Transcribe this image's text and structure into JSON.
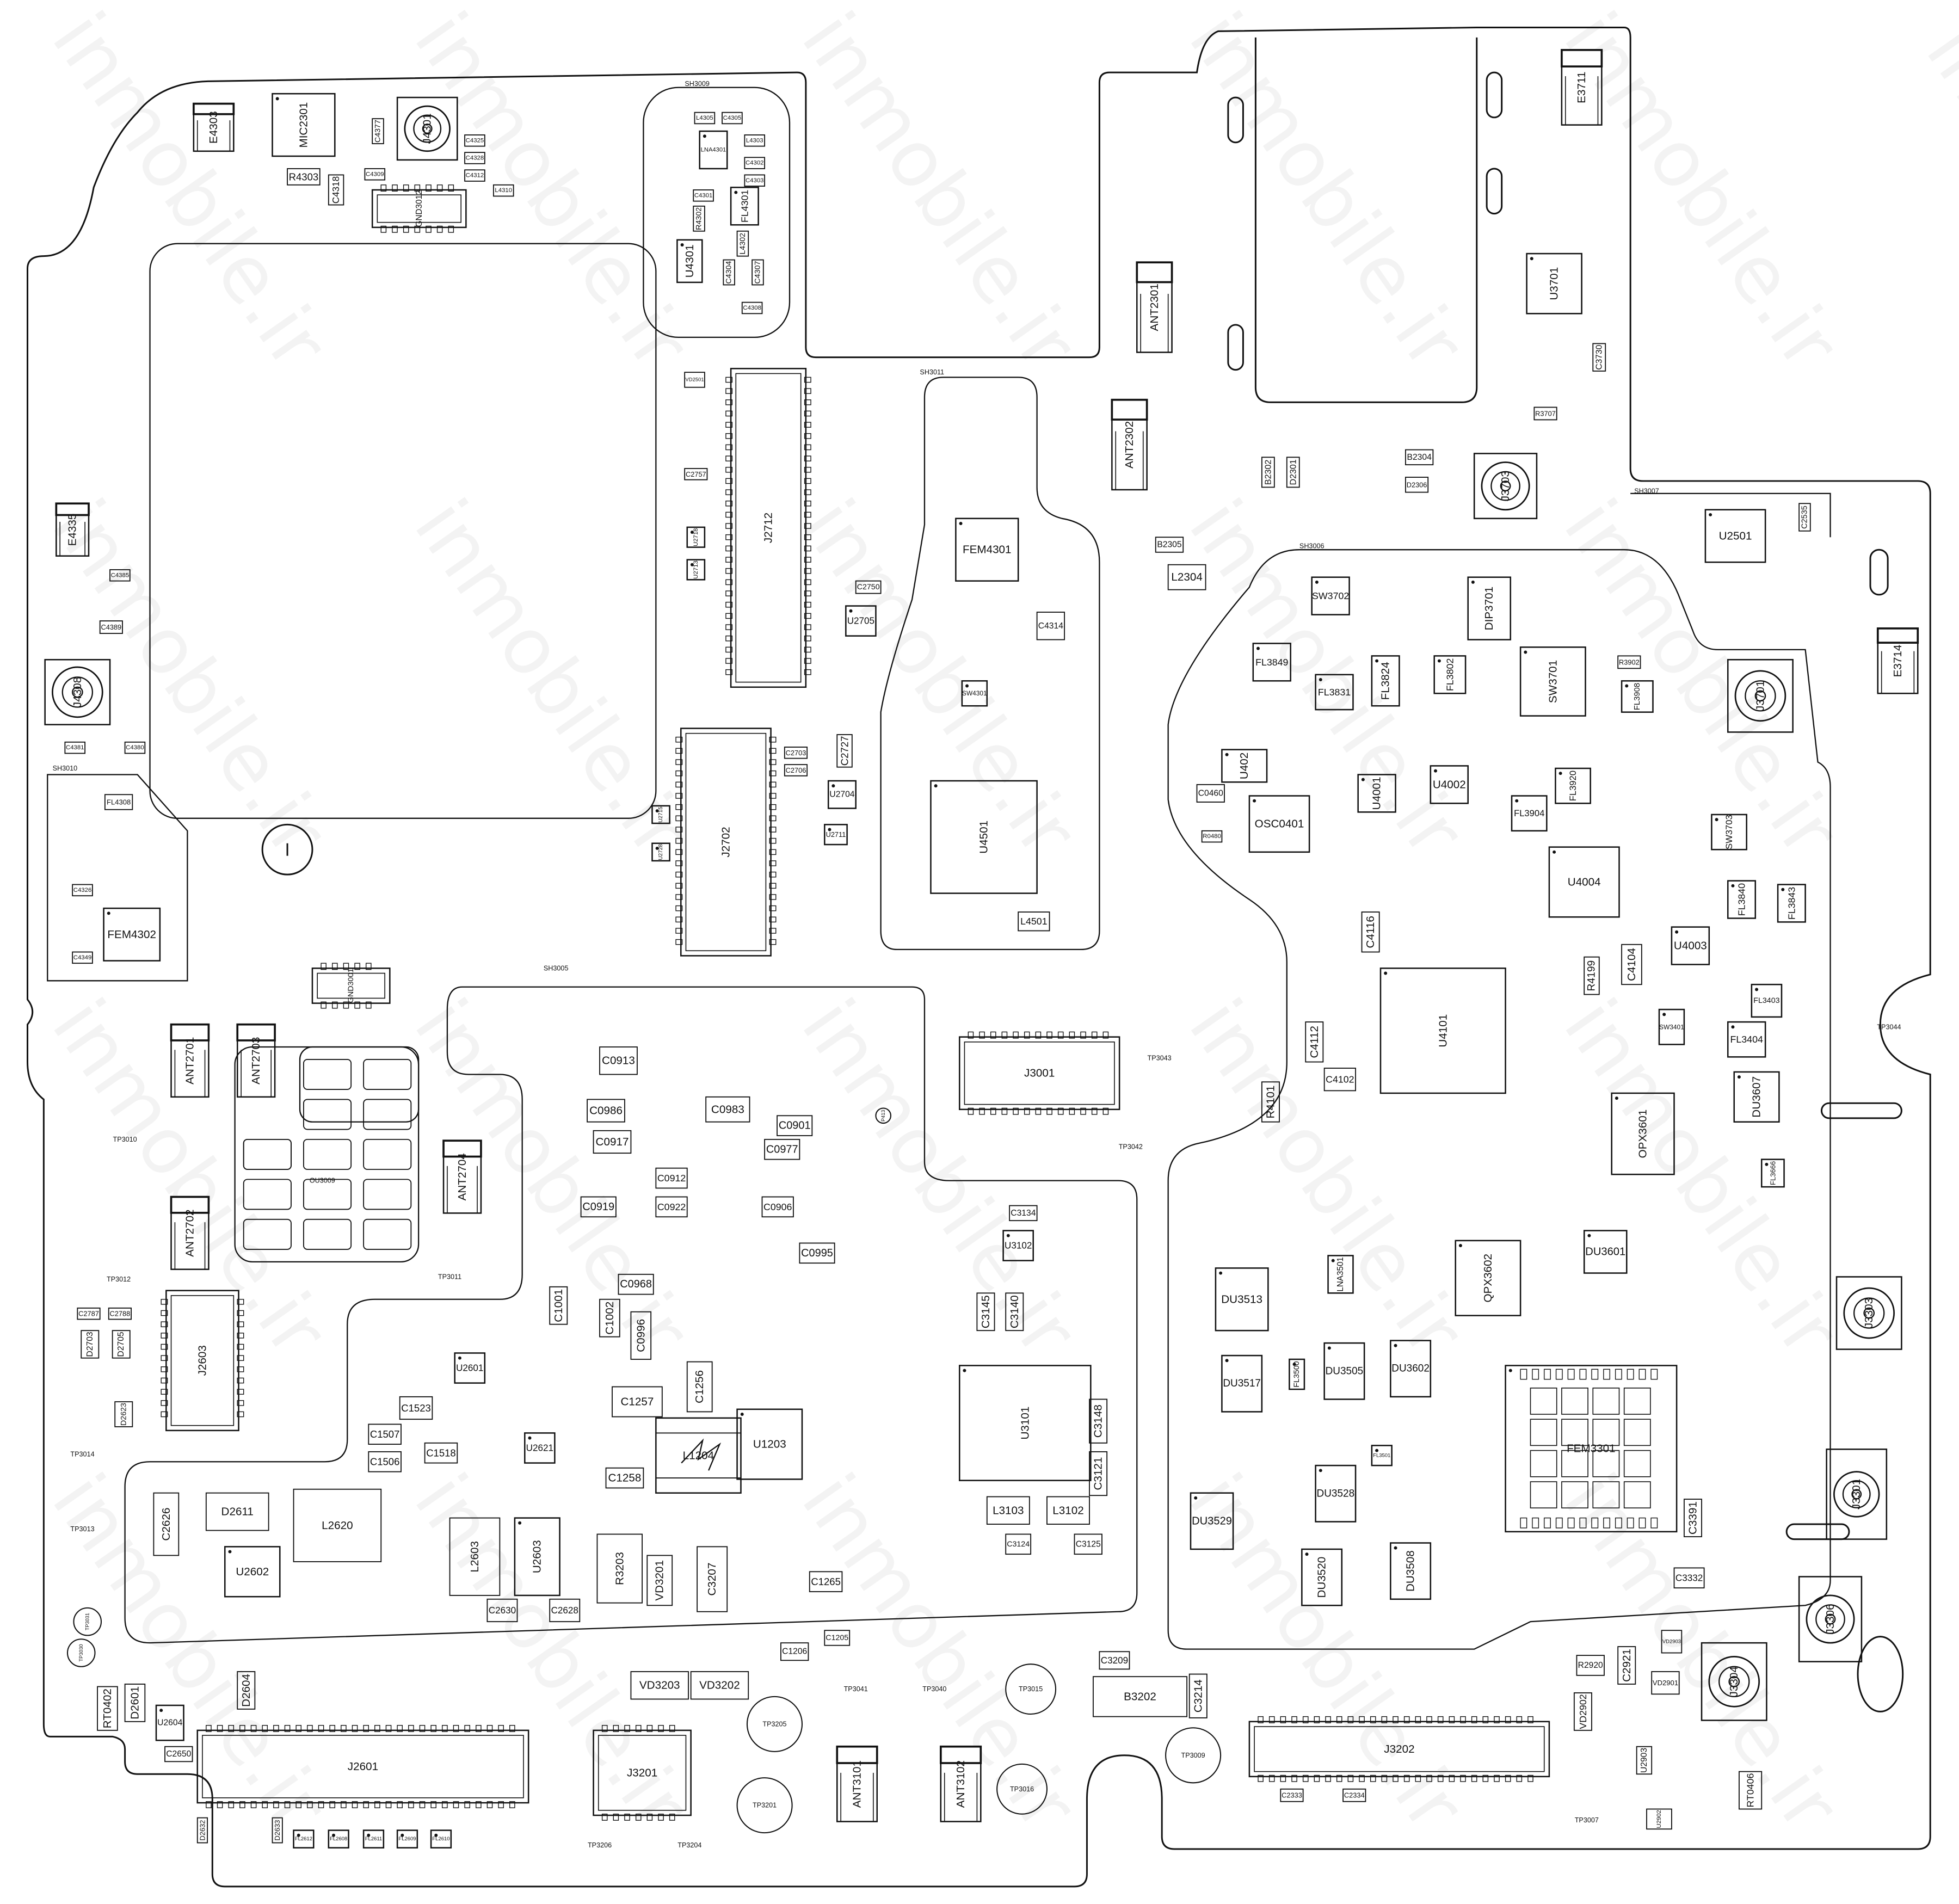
{
  "watermark": "inmobile.ir",
  "components": [
    "E4303",
    "MIC2301",
    "J4301",
    "R4303",
    "C4318",
    "GND3012",
    "C4377",
    "C4325",
    "C4328",
    "C4312",
    "C4309",
    "L4310",
    "L4305",
    "C4305",
    "LNA4301",
    "L4303",
    "C4302",
    "C4303",
    "C4301",
    "FL4301",
    "R4302",
    "U4301",
    "L4302",
    "C4304",
    "C4307",
    "C4308",
    "E4335",
    "C4385",
    "C4389",
    "J4308",
    "C4381",
    "C4380",
    "FL4308",
    "C4326",
    "C4349",
    "FEM4302",
    "VD2501",
    "J2712",
    "C2757",
    "C2750",
    "U2705",
    "U2718",
    "U2713",
    "J2702",
    "U2704",
    "U2711",
    "C2727",
    "C2703",
    "C2706",
    "U2715",
    "U2728",
    "FEM4301",
    "C4314",
    "SW4301",
    "U4501",
    "L4501",
    "ANT2301",
    "ANT2302",
    "E3711",
    "U3701",
    "R3707",
    "C3730",
    "J3703",
    "B2304",
    "B2302",
    "D2301",
    "D2306",
    "B2305",
    "L2304",
    "U2501",
    "C2535",
    "E3714",
    "J3701",
    "SW3702",
    "FL3849",
    "FL3831",
    "FL3824",
    "FL3802",
    "DIP3701",
    "SW3701",
    "FL3908",
    "R3902",
    "U402",
    "C0460",
    "OSC0401",
    "R0480",
    "U4001",
    "U4002",
    "FL3904",
    "FL3920",
    "U4004",
    "SW3703",
    "U4003",
    "FL3840",
    "FL3843",
    "U4101",
    "C4102",
    "R4101",
    "C4112",
    "C4104",
    "R4199",
    "FL3403",
    "SW3401",
    "FL3404",
    "OPX3601",
    "DU3607",
    "FL3666",
    "DU3601",
    "QPX3602",
    "DU3513",
    "LNA3501",
    "DU3505",
    "DU3602",
    "DU3517",
    "FL3500",
    "FEM3301",
    "FL3501",
    "DU3528",
    "DU3529",
    "DU3520",
    "DU3508",
    "C3391",
    "C3332",
    "J3303",
    "J3301",
    "J3306",
    "J3304",
    "VD2903",
    "VD2901",
    "R2920",
    "C2921",
    "VD2902",
    "U2903",
    "U2902",
    "RT0406",
    "J3202",
    "J3001",
    "C0913",
    "C0986",
    "C0917",
    "C0983",
    "C0901",
    "C0977",
    "C0912",
    "C0922",
    "C0919",
    "C0906",
    "C0995",
    "C0968",
    "C0996",
    "C1001",
    "C1002",
    "C1257",
    "C1256",
    "C1258",
    "L1204",
    "U1203",
    "C1265",
    "U3101",
    "L3103",
    "L3102",
    "C3124",
    "C3125",
    "U3102",
    "C3134",
    "C3148",
    "C3121",
    "C3140",
    "C3145",
    "ANT2701",
    "ANT2703",
    "ANT2704",
    "ANT2702",
    "GND3001",
    "J2603",
    "D2703",
    "D2705",
    "C2787",
    "C2788",
    "D2623",
    "U2601",
    "U2621",
    "C1523",
    "C1507",
    "C1506",
    "C1518",
    "D2611",
    "L2620",
    "U2602",
    "C2626",
    "L2603",
    "U2603",
    "R3203",
    "VD3201",
    "C3207",
    "C2630",
    "C2628",
    "RT0402",
    "D2601",
    "U2604",
    "J2601",
    "C2650",
    "D2604",
    "VD3203",
    "VD3202",
    "J3201",
    "C1206",
    "C1205",
    "ANT3101",
    "ANT3102",
    "C3209",
    "B3202",
    "C3214",
    "FL2612",
    "FL2608",
    "FL2611",
    "FL2609",
    "FL2610",
    "D2632",
    "D2633",
    "C2333",
    "C2334",
    "C4116"
  ],
  "test_points": [
    "TP3205",
    "TP3201",
    "TP3015",
    "TP3016",
    "TP3009",
    "TP3031",
    "TP3030",
    "TP3010",
    "TP3012",
    "TP3014",
    "TP3013",
    "TP3011",
    "TP3043",
    "TP3042",
    "TP3044",
    "TP3007",
    "TP3206",
    "TP3204",
    "TP3041",
    "TP3040",
    "P413"
  ],
  "shield_labels": [
    "SH3009",
    "SH3011",
    "SH3010",
    "SH3005",
    "SH3006",
    "SH3007",
    "OU3009"
  ]
}
